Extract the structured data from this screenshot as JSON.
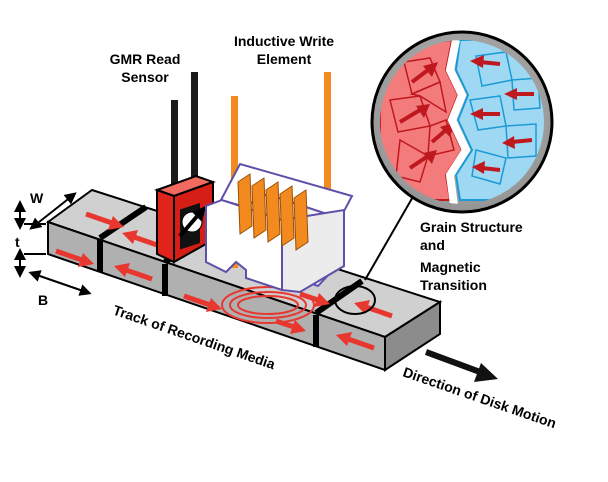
{
  "labels": {
    "gmr_line1": "GMR Read",
    "gmr_line2": "Sensor",
    "write_line1": "Inductive Write",
    "write_line2": "Element",
    "grain_line1": "Grain Structure",
    "grain_line2": "and",
    "grain_line3": "Magnetic",
    "grain_line4": "Transition",
    "track": "Track of Recording Media",
    "direction": "Direction of Disk Motion",
    "dim_w": "W",
    "dim_t": "t",
    "dim_b": "B"
  },
  "colors": {
    "media_top": "#cfcfcf",
    "media_front": "#b0b0b0",
    "media_end": "#8c8c8c",
    "magnet_arrow": "#e8372f",
    "gmr_sensor": "#e0241b",
    "write_conductor": "#f28a1f",
    "write_core": "#ffffff",
    "write_core_outline": "#5e4fa8",
    "grain_red": "#f37b7b",
    "grain_blue": "#9fd8f2",
    "grain_arrow": "#c0181f",
    "circle_bg": "#a8a8a8"
  },
  "icons": [
    "magnetization-arrow-icon",
    "motion-direction-arrow-icon",
    "dimension-arrow-icon"
  ]
}
